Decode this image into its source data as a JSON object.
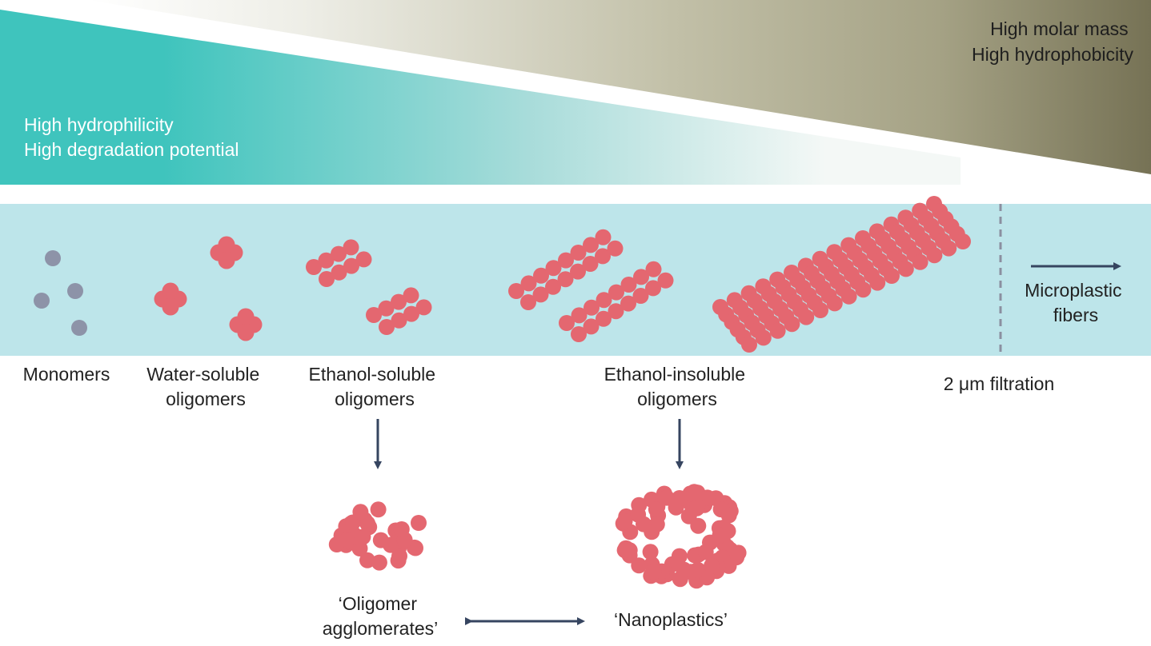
{
  "gradient": {
    "left_text": [
      "High hydrophilicity",
      "High degradation potential"
    ],
    "right_text": [
      "High molar mass",
      "High hydrophobicity"
    ],
    "colors": {
      "teal": "#3fc4bd",
      "light": "#f1f2ec",
      "olive": "#767255"
    }
  },
  "band": {
    "color": "#bde5ea"
  },
  "categories": {
    "monomers": [
      "Monomers"
    ],
    "water_soluble": [
      "Water-soluble",
      "oligomers"
    ],
    "ethanol_soluble": [
      "Ethanol-soluble",
      "oligomers"
    ],
    "ethanol_insoluble": [
      "Ethanol-insoluble",
      "oligomers"
    ],
    "filtration": [
      "2 μm filtration"
    ],
    "fibers": [
      "Microplastic",
      "fibers"
    ]
  },
  "products": {
    "agglomerates": [
      "‘Oligomer",
      "agglomerates’"
    ],
    "nanoplastics": [
      "‘Nanoplastics’"
    ]
  },
  "colors": {
    "monomer": "#8d93a8",
    "oligomer": "#e46770",
    "arrow": "#364560",
    "dashed": "#8b8fa0"
  }
}
